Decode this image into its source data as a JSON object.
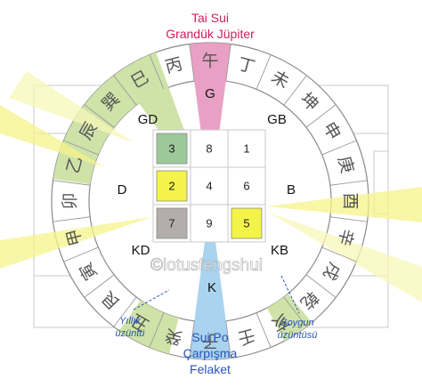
{
  "header": {
    "line1": "Tai Sui",
    "line2": "Grandük Jüpiter"
  },
  "directions": {
    "n": "G",
    "ne": "GD",
    "nw": "GB",
    "e": "D",
    "w": "B",
    "se": "KD",
    "sw": "KB",
    "s": "K"
  },
  "grid": {
    "cells": [
      "3",
      "8",
      "1",
      "2",
      "4",
      "6",
      "7",
      "9",
      "5"
    ],
    "highlight_colors": [
      "#9dc89a",
      "",
      "",
      "#f3f34a",
      "",
      "",
      "#b3aeab",
      "",
      "#f3f34a"
    ]
  },
  "annotations": {
    "left": [
      "Yıllık",
      "üzüntü"
    ],
    "right": [
      "Soygun",
      "üzüntüsü"
    ],
    "bottom": [
      "Sui Po",
      "Çarpışma",
      "Felaket"
    ]
  },
  "watermark": "©lotusfengshui",
  "ring_glyphs": [
    "午",
    "丁",
    "未",
    "坤",
    "申",
    "庚",
    "酉",
    "辛",
    "戌",
    "乾",
    "亥",
    "壬",
    "子",
    "癸",
    "丑",
    "艮",
    "寅",
    "甲",
    "卯",
    "乙",
    "辰",
    "巽",
    "巳",
    "丙"
  ],
  "colors": {
    "accent_text": "#2b53b7",
    "tai_sui": "#cc1f5a",
    "sector_south": "#e8a1c4",
    "sector_north": "#a9d3ee",
    "sector_green": "#cfe3a8",
    "beam_yellow": "#f6f48a"
  }
}
